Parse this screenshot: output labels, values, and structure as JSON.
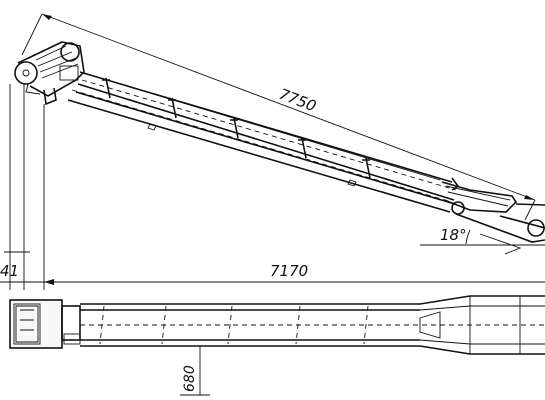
{
  "dimensions": {
    "belt_length": "7750",
    "horizontal_span": "7170",
    "angle": "18°",
    "left_offset": "41",
    "plan_width": "680"
  },
  "colors": {
    "ink": "#111111",
    "paper": "#ffffff"
  }
}
